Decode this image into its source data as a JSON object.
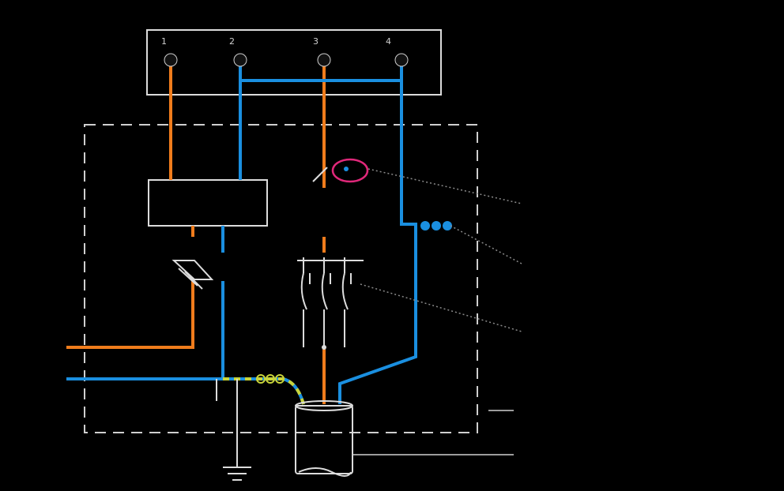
{
  "diagram": {
    "colors": {
      "background": "#000000",
      "phase_wire": "#f07c1c",
      "neutral_wire": "#1a8fe0",
      "earth_wire": "#c8d43a",
      "highlight": "#e0287a",
      "lines": "#cfcfcf"
    },
    "terminal_numbers": [
      "1",
      "2",
      "3",
      "4"
    ],
    "labels": {
      "top_title": "",
      "top_legend": [
        "",
        "",
        "",
        ""
      ],
      "block_text": [
        "",
        ""
      ],
      "left_supply": [
        "",
        "",
        ""
      ],
      "wire_tag_phase": "",
      "wire_tag_neutral": "",
      "earth_tag": "",
      "right_notes": [
        "",
        "",
        "",
        "",
        "",
        ""
      ]
    }
  }
}
